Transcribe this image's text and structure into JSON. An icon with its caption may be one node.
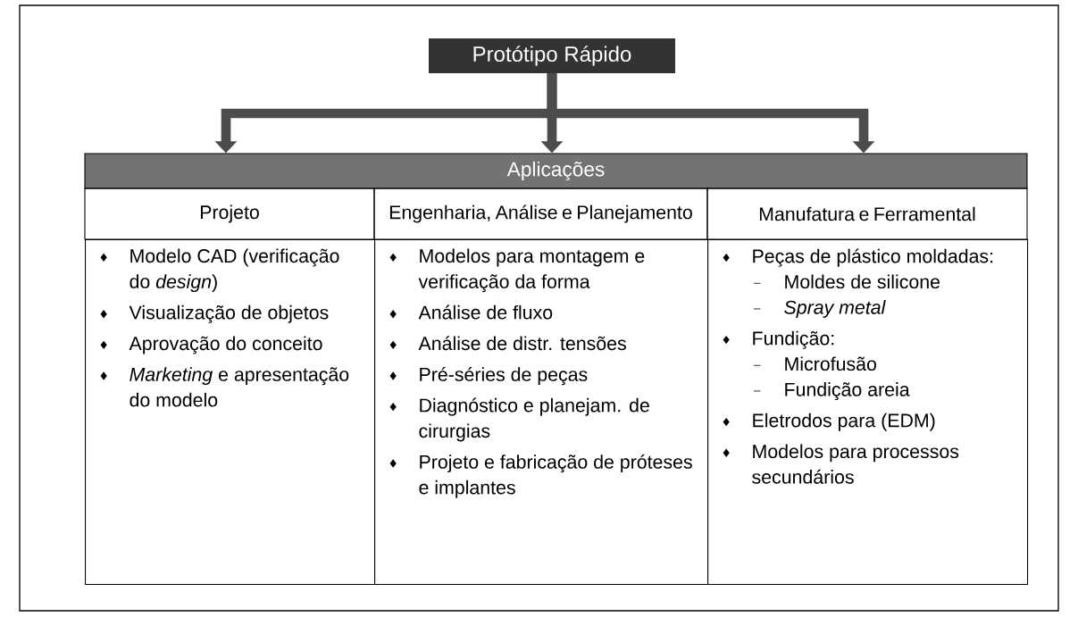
{
  "diagram": {
    "nodes": [
      {
        "text": [
          "Protótipo Rápido"
        ]
      },
      {
        "text": [
          "Aplicações"
        ]
      },
      {
        "text": [
          "Projeto"
        ]
      },
      {
        "text": [
          "Engenharia, Análise e Planejamento"
        ]
      },
      {
        "text": [
          "Manufatura e Ferramental"
        ]
      },
      {
        "text": [
          "Modelo CAD (verificação do *design*)",
          "Visualização de objetos",
          "Aprovação do conceito",
          "*Marketing* e apresentação do modelo"
        ]
      },
      {
        "text": [
          "Modelos para montagem e verificação da forma",
          "Análise de fluxo",
          "Análise de distr. tensões",
          "Pré-séries de peças",
          "Diagnóstico e planejam. de cirurgias",
          "Projeto e fabricação de próteses e implantes"
        ]
      },
      {
        "text": [
          "Peças de plástico moldadas:",
          "Moldes de silicone",
          "*Spray metal*",
          "Fundição:",
          "Microfusão",
          "Fundição areia",
          "Eletrodos para (EDM)",
          "Modelos para processos secundários"
        ]
      }
    ],
    "edges": [
      {
        "from": 0,
        "to": 1,
        "arrow": "to"
      },
      {
        "from": 0,
        "to": 1,
        "arrow": "to"
      },
      {
        "from": 0,
        "to": 1,
        "arrow": "to"
      }
    ]
  }
}
